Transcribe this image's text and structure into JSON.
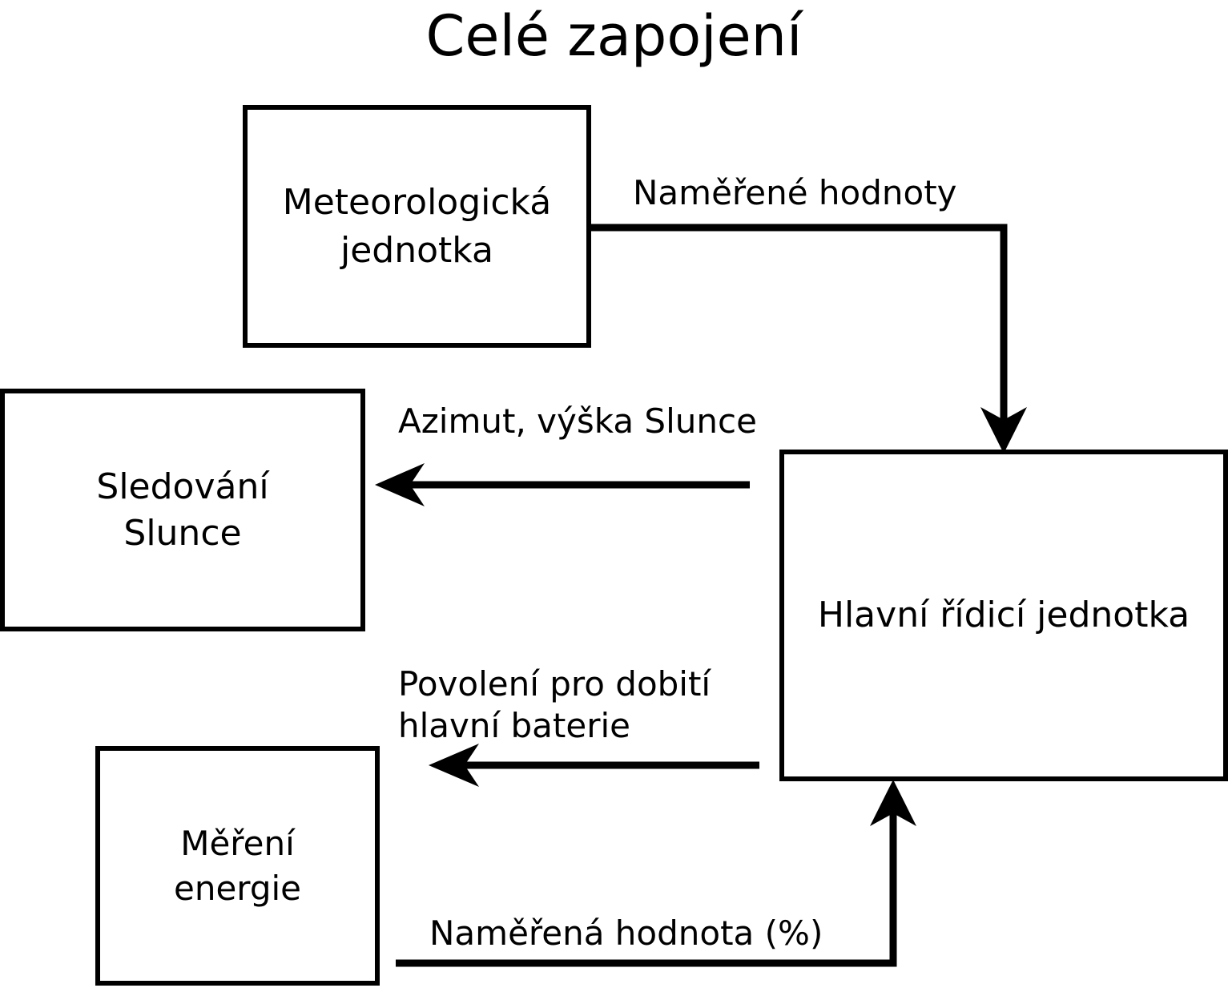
{
  "diagram": {
    "title": "Celé zapojení",
    "type": "block-diagram",
    "language": "cs",
    "colors": {
      "background": "#ffffff",
      "stroke": "#000000",
      "text": "#000000"
    },
    "nodes": [
      {
        "id": "meteo",
        "label": "Meteorologická\njednotka"
      },
      {
        "id": "sun",
        "label": "Sledování\nSlunce"
      },
      {
        "id": "main",
        "label": "Hlavní řídicí jednotka"
      },
      {
        "id": "energy",
        "label": "Měření\nenergie"
      }
    ],
    "edges": [
      {
        "id": "measured-values",
        "label": "Naměřené hodnoty",
        "from": "meteo",
        "to": "main",
        "direction": "down"
      },
      {
        "id": "azimuth",
        "label": "Azimut, výška Slunce",
        "from": "main",
        "to": "sun",
        "direction": "left"
      },
      {
        "id": "permission",
        "label": "Povolení pro dobití\nhlavní baterie",
        "from": "main",
        "to": "energy",
        "direction": "left"
      },
      {
        "id": "measured-pct",
        "label": "Naměřená hodnota (%)",
        "from": "energy",
        "to": "main",
        "direction": "up"
      }
    ]
  }
}
